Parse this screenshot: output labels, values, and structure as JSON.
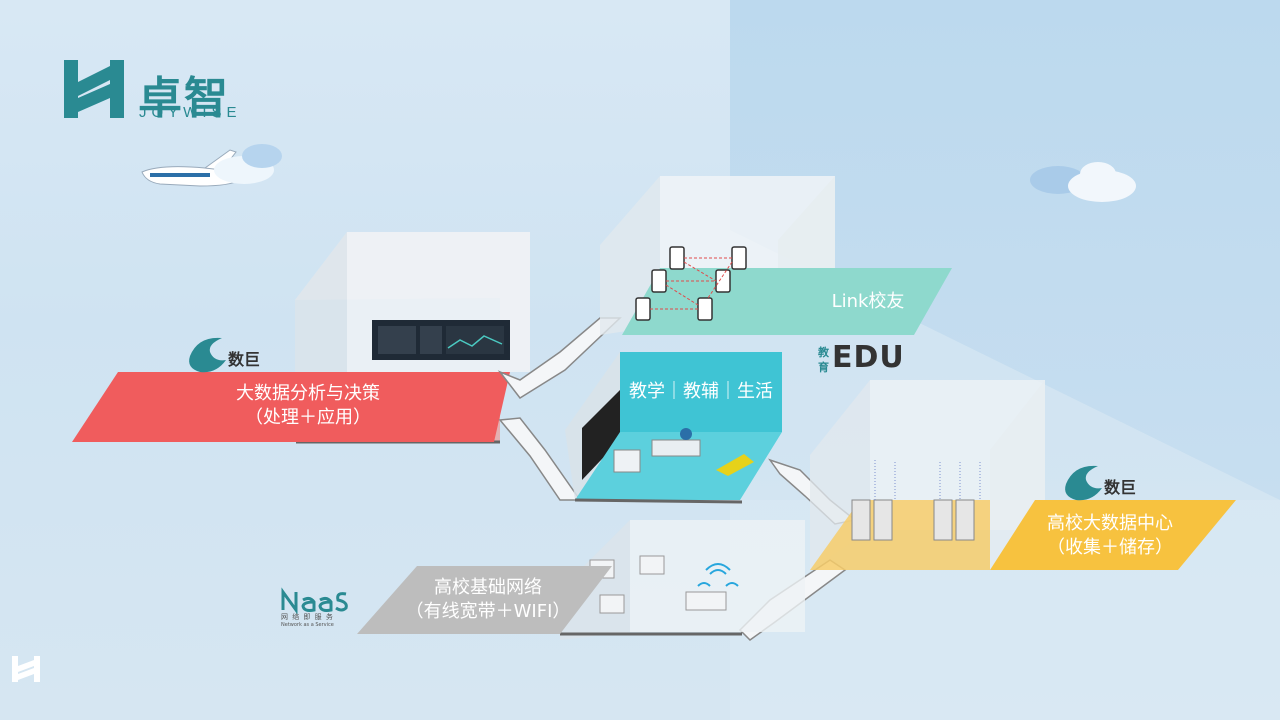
{
  "logo": {
    "cn": "卓智",
    "en": "JOYWISE"
  },
  "badges": {
    "shuju_top": "数巨",
    "shuju_right": "数巨",
    "edu_left_top": "教",
    "edu_left_bottom": "育",
    "edu": "EDU",
    "naas": "NaaS",
    "naas_sub": "网 络 即 服 务",
    "naas_sub_en": "Network as a Service"
  },
  "panels": {
    "bigdata_line1": "大数据分析与决策",
    "bigdata_line2": "（处理＋应用）",
    "link": "Link校友",
    "teaching": "教学｜教辅｜生活",
    "datacenter_line1": "高校大数据中心",
    "datacenter_line2": "（收集＋储存）",
    "network_line1": "高校基础网络",
    "network_line2": "（有线宽带＋WIFI）"
  },
  "colors": {
    "teal": "#2a8a92",
    "red": "#f0595a",
    "mint": "#7fd6c8",
    "cyan": "#3cc6d6",
    "yellow": "#f7c23f",
    "gray": "#bdbdbd"
  }
}
